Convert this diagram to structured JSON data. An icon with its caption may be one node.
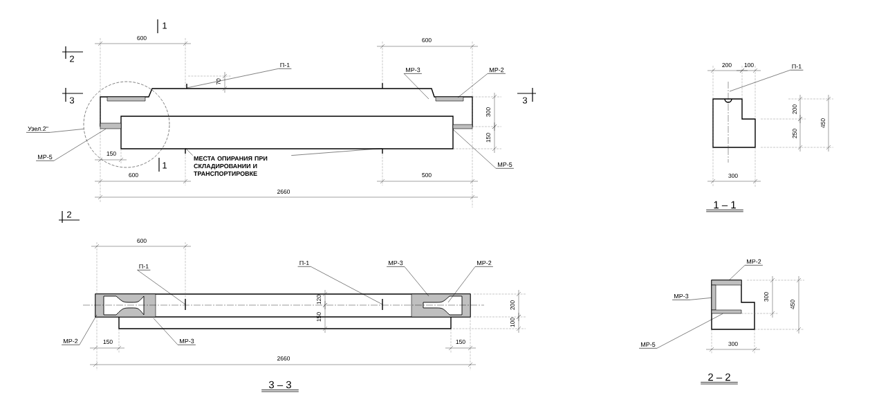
{
  "diagram": {
    "nodes": [
      {
        "text": [
          "П-1"
        ]
      },
      {
        "text": [
          "МР-3"
        ]
      },
      {
        "text": [
          "МР-2"
        ]
      },
      {
        "text": [
          "Узел.2\""
        ]
      },
      {
        "text": [],
        "shape": "circle"
      },
      {
        "text": [
          "МР-5"
        ]
      },
      {
        "text": [
          "МЕСТА ОПИРАНИЯ ПРИ СКЛАДИРОВАНИИ И ТРАНСПОРТИРОВКЕ"
        ]
      },
      {
        "text": [
          "МР-5"
        ]
      },
      {
        "text": [
          "П-1"
        ]
      },
      {
        "text": [
          "П-1"
        ]
      },
      {
        "text": [
          "П-1"
        ]
      },
      {
        "text": [
          "МР-3"
        ]
      },
      {
        "text": [
          "МР-2"
        ]
      },
      {
        "text": [
          "МР-2"
        ]
      },
      {
        "text": [
          "МР-3"
        ]
      },
      {
        "text": [
          "МР-2"
        ]
      },
      {
        "text": [
          "МР-3"
        ]
      },
      {
        "text": [
          "МР-5"
        ]
      },
      {
        "text": [],
        "shape": "bar",
        "in": 4
      },
      {
        "text": [],
        "shape": "bar"
      },
      {
        "text": [],
        "shape": "bar"
      },
      {
        "text": [],
        "shape": "bar"
      }
    ],
    "edges": [
      {
        "from": 0,
        "to": null,
        "arrow": "none"
      },
      {
        "from": 1,
        "to": null,
        "arrow": "none"
      },
      {
        "from": 2,
        "to": null,
        "arrow": "none"
      },
      {
        "from": 3,
        "to": 4,
        "arrow": "none"
      },
      {
        "from": 5,
        "to": 18,
        "arrow": "none"
      },
      {
        "from": 6,
        "to": null,
        "arrow": "none"
      },
      {
        "from": 6,
        "to": null,
        "arrow": "none"
      },
      {
        "from": 7,
        "to": null,
        "arrow": "none"
      },
      {
        "from": 8,
        "to": null,
        "arrow": "none"
      },
      {
        "from": 9,
        "to": null,
        "arrow": "none"
      },
      {
        "from": 10,
        "to": null,
        "arrow": "none"
      },
      {
        "from": 11,
        "to": null,
        "arrow": "none"
      },
      {
        "from": 12,
        "to": null,
        "arrow": "none"
      },
      {
        "from": 13,
        "to": null,
        "arrow": "none"
      },
      {
        "from": 14,
        "to": null,
        "arrow": "none"
      },
      {
        "from": 15,
        "to": 19,
        "arrow": "none"
      },
      {
        "from": 16,
        "to": 20,
        "arrow": "none"
      },
      {
        "from": 17,
        "to": 21,
        "arrow": "none"
      }
    ],
    "labels": [
      "1",
      "600",
      "600",
      "2",
      "70",
      "3",
      "3",
      "300",
      "150",
      "150",
      "1",
      "600",
      "500",
      "2660",
      "2",
      "200",
      "100",
      "200",
      "250",
      "450",
      "300",
      "1 – 1",
      "600",
      "120",
      "150",
      "200",
      "100",
      "150",
      "150",
      "2660",
      "3 – 3",
      "300",
      "450",
      "300",
      "2 – 2"
    ]
  }
}
